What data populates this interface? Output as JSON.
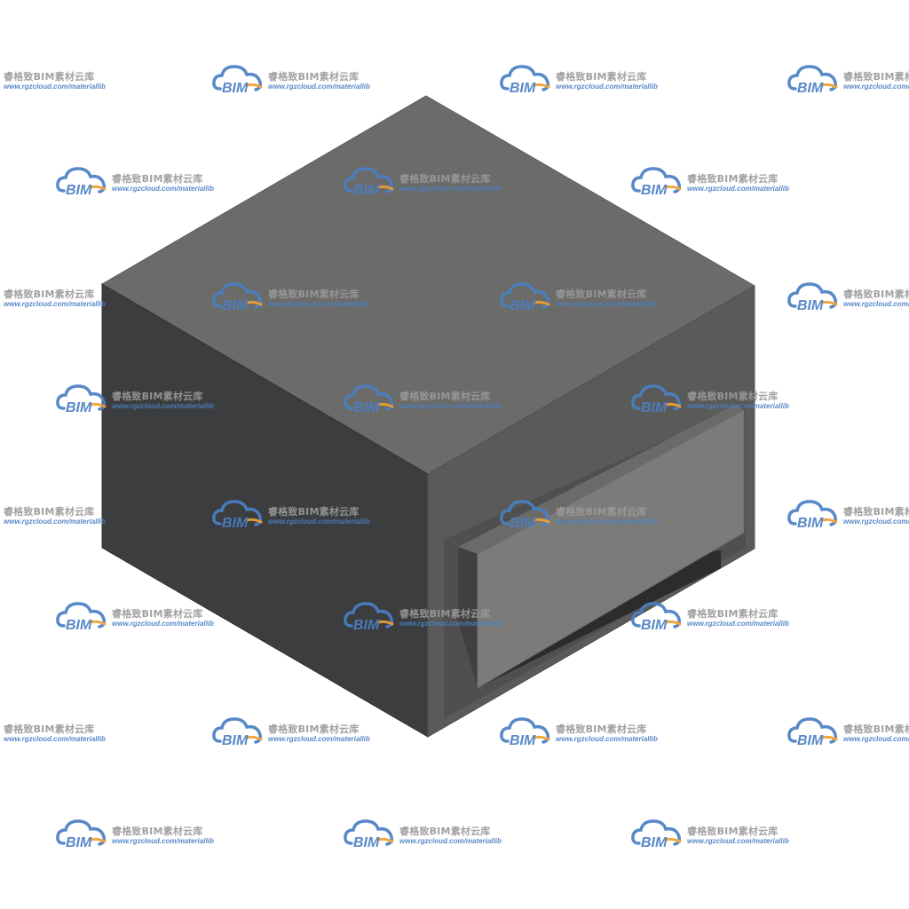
{
  "image": {
    "description": "",
    "colors": {
      "background": "#ffffff",
      "top_face": "#6b6b69",
      "left_face": "#3c3d3e",
      "front_face": "#5a5b59",
      "pad_face": "#7b7c7a",
      "pad_shadow": "#2b2c2d",
      "edge": "#4a4a4a"
    }
  },
  "watermark": {
    "logo_text": "BIM",
    "title": "睿格致BIM素材云库",
    "url": "www.rgzcloud.com/materiallib",
    "colors": {
      "cloud": "#4a7fc4",
      "accent": "#f0a030",
      "title": "#9a9a9a"
    }
  }
}
